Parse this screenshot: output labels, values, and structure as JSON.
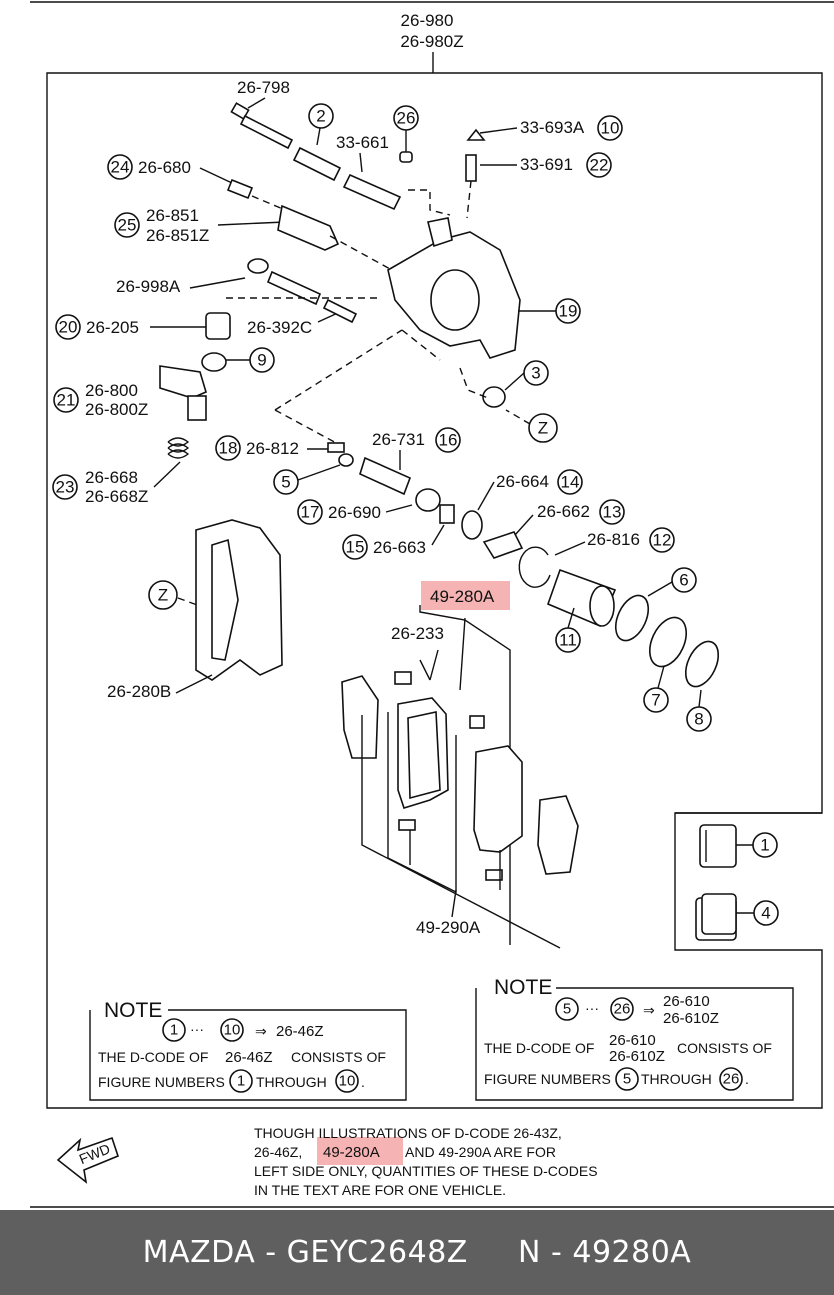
{
  "top_code": [
    "26-980",
    "26-980Z"
  ],
  "labels": {
    "c26_798": "26-798",
    "c33_661": "33-661",
    "c33_693a": "33-693A",
    "c33_691": "33-691",
    "c26_680": "26-680",
    "c26_851": "26-851",
    "c26_851z": "26-851Z",
    "c26_998a": "26-998A",
    "c26_205": "26-205",
    "c26_392c": "26-392C",
    "c26_800": "26-800",
    "c26_800z": "26-800Z",
    "c26_812": "26-812",
    "c26_731": "26-731",
    "c26_668": "26-668",
    "c26_668z": "26-668Z",
    "c26_664": "26-664",
    "c26_690": "26-690",
    "c26_662": "26-662",
    "c26_663": "26-663",
    "c26_816": "26-816",
    "c49_280a": "49-280A",
    "c26_233": "26-233",
    "c26_280b": "26-280B",
    "c49_290a": "49-290A"
  },
  "callouts": {
    "n2": "2",
    "n26a": "26",
    "n10": "10",
    "n22": "22",
    "n24": "24",
    "n25": "25",
    "n19": "19",
    "n20": "20",
    "n9": "9",
    "n21": "21",
    "n3": "3",
    "nZa": "Z",
    "n18": "18",
    "n16": "16",
    "n23": "23",
    "n5": "5",
    "n14": "14",
    "n17": "17",
    "n13": "13",
    "n15": "15",
    "n12": "12",
    "n6": "6",
    "nZb": "Z",
    "n11": "11",
    "n7": "7",
    "n8": "8",
    "n1": "1",
    "n4": "4"
  },
  "note_left": {
    "title": "NOTE",
    "from": "1",
    "to": "10",
    "arrow_code": "26-46Z",
    "line1a": "THE D-CODE OF",
    "line1b": "26-46Z",
    "line1c": "CONSISTS OF",
    "line2a": "FIGURE NUMBERS",
    "line2b": "THROUGH",
    "line2c": "."
  },
  "note_right": {
    "title": "NOTE",
    "from": "5",
    "to": "26",
    "codes": [
      "26-610",
      "26-610Z"
    ],
    "line1a": "THE D-CODE OF",
    "line1c": "CONSISTS OF",
    "line2a": "FIGURE NUMBERS",
    "line2b": "THROUGH",
    "line2c": "."
  },
  "footnote": {
    "line1": "THOUGH ILLUSTRATIONS OF D-CODE 26-43Z,",
    "line2a": "26-46Z,",
    "line2b": "49-280A",
    "line2c": "AND 49-290A ARE FOR",
    "line3": "LEFT SIDE ONLY, QUANTITIES OF THESE D-CODES",
    "line4": "IN THE TEXT ARE FOR ONE VEHICLE."
  },
  "fwd_label": "FWD",
  "footer": {
    "text": "MAZDA - GEYC2648Z     N - 49280A"
  },
  "colors": {
    "highlight": "#f4a6a6",
    "footer_bg": "#5f5f5f"
  }
}
